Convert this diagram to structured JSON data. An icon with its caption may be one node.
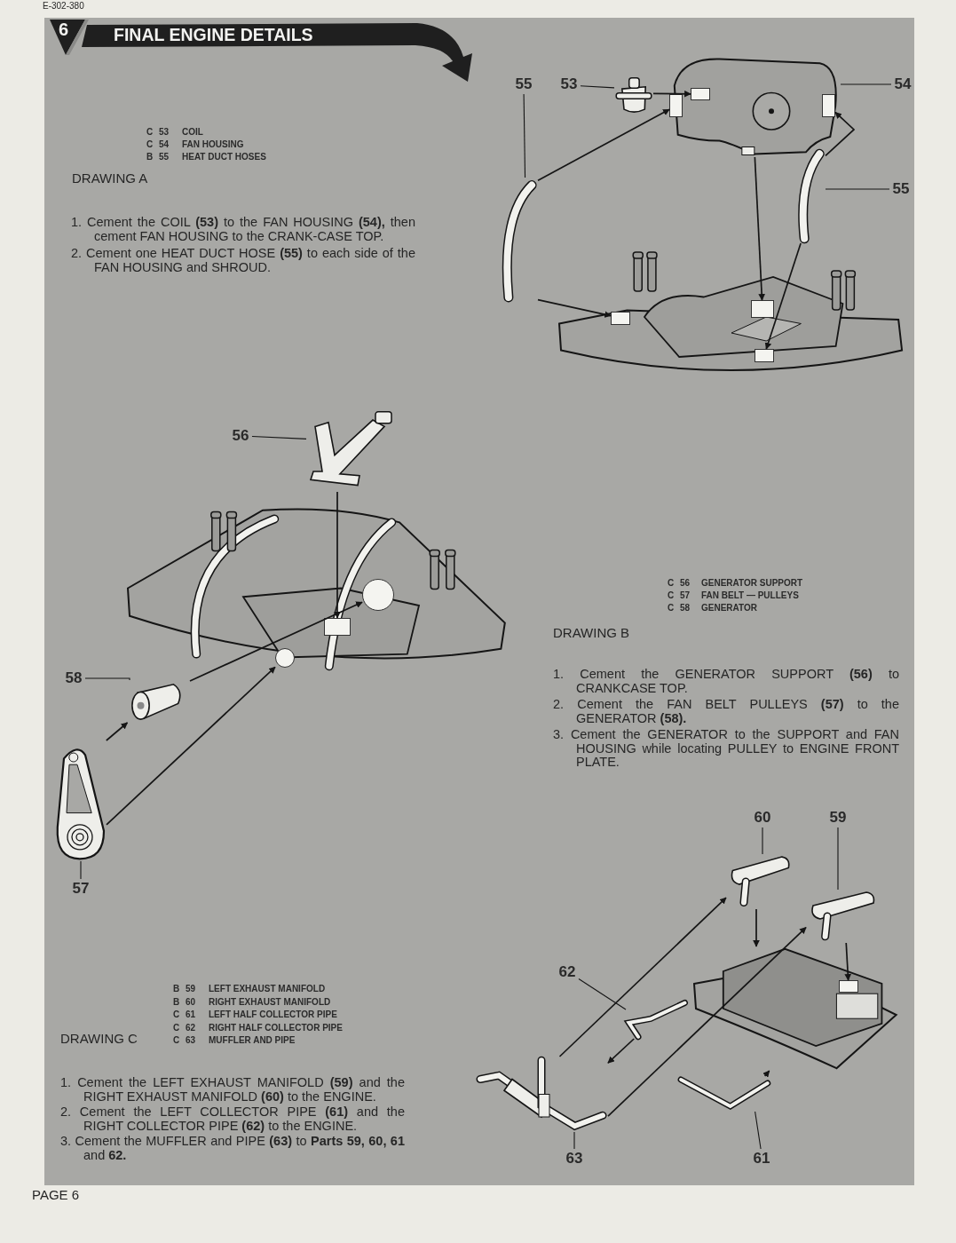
{
  "diagram": {
    "title": "FINAL ENGINE DETAILS",
    "nodes": [
      {
        "text": [
          "55"
        ]
      },
      {
        "text": [
          "53"
        ]
      },
      {
        "text": [
          "54"
        ]
      },
      {
        "text": [
          "55"
        ]
      },
      {
        "text": [],
        "shape": "picture"
      },
      {
        "text": [],
        "shape": "picture"
      },
      {
        "text": [],
        "shape": "box",
        "in": 5
      },
      {
        "text": [],
        "shape": "box",
        "in": 5
      },
      {
        "text": [],
        "shape": "box",
        "in": 5
      },
      {
        "text": [],
        "shape": "picture"
      },
      {
        "text": [],
        "shape": "picture"
      },
      {
        "text": [],
        "shape": "picture"
      },
      {
        "text": [],
        "shape": "box",
        "in": 11
      },
      {
        "text": [],
        "shape": "box",
        "in": 11
      },
      {
        "text": [],
        "shape": "box",
        "in": 11
      },
      {
        "text": [
          "56"
        ]
      },
      {
        "text": [],
        "shape": "picture"
      },
      {
        "text": [],
        "shape": "picture"
      },
      {
        "text": [],
        "shape": "box",
        "in": 17
      },
      {
        "text": [],
        "shape": "circle",
        "in": 17
      },
      {
        "text": [],
        "shape": "circle",
        "in": 17
      },
      {
        "text": [
          "58"
        ]
      },
      {
        "text": [],
        "shape": "picture"
      },
      {
        "text": [],
        "shape": "picture"
      },
      {
        "text": [
          "57"
        ]
      },
      {
        "text": [
          "60"
        ]
      },
      {
        "text": [
          "59"
        ]
      },
      {
        "text": [],
        "shape": "picture"
      },
      {
        "text": [],
        "shape": "picture"
      },
      {
        "text": [],
        "shape": "picture"
      },
      {
        "text": [],
        "shape": "box",
        "in": 29
      },
      {
        "text": [
          "62"
        ]
      },
      {
        "text": [],
        "shape": "picture"
      },
      {
        "text": [],
        "shape": "picture"
      },
      {
        "text": [],
        "shape": "picture"
      },
      {
        "text": [
          "63"
        ]
      },
      {
        "text": [
          "61"
        ]
      }
    ],
    "edges": [
      {
        "from": 0,
        "to": 9,
        "arrow": "none"
      },
      {
        "from": 1,
        "to": 4,
        "arrow": "none"
      },
      {
        "from": 2,
        "to": 5,
        "arrow": "none"
      },
      {
        "from": 3,
        "to": 10,
        "arrow": "none"
      },
      {
        "from": 4,
        "to": 6,
        "arrow": "to"
      },
      {
        "from": 9,
        "to": 7,
        "arrow": "to"
      },
      {
        "from": 9,
        "to": 12,
        "arrow": "to"
      },
      {
        "from": 10,
        "to": 8,
        "arrow": "to"
      },
      {
        "from": 10,
        "to": 14,
        "arrow": "to"
      },
      {
        "from": 5,
        "to": 13,
        "arrow": "to"
      },
      {
        "from": 15,
        "to": 16,
        "arrow": "none"
      },
      {
        "from": 16,
        "to": 18,
        "arrow": "to"
      },
      {
        "from": 21,
        "to": 22,
        "arrow": "none"
      },
      {
        "from": 22,
        "to": 19,
        "arrow": "to"
      },
      {
        "from": 23,
        "to": 22,
        "arrow": "to"
      },
      {
        "from": 23,
        "to": 20,
        "arrow": "to"
      },
      {
        "from": 24,
        "to": 23,
        "arrow": "none"
      },
      {
        "from": 25,
        "to": 27,
        "arrow": "none"
      },
      {
        "from": 26,
        "to": 28,
        "arrow": "none"
      },
      {
        "from": 27,
        "to": 29,
        "arrow": "to"
      },
      {
        "from": 28,
        "to": 30,
        "arrow": "to"
      },
      {
        "from": 33,
        "to": 27,
        "arrow": "to"
      },
      {
        "from": 33,
        "to": 28,
        "arrow": "to"
      },
      {
        "from": 32,
        "to": 33,
        "arrow": "to"
      },
      {
        "from": 34,
        "to": 29,
        "arrow": "to"
      },
      {
        "from": 31,
        "to": 32,
        "arrow": "none"
      },
      {
        "from": 35,
        "to": 33,
        "arrow": "none"
      },
      {
        "from": 36,
        "to": 34,
        "arrow": "none"
      }
    ],
    "labels": [
      "E-302-380",
      "6",
      "C",
      "53",
      "COIL",
      "C",
      "54",
      "FAN HOUSING",
      "B",
      "55",
      "HEAT DUCT HOSES",
      "DRAWING A",
      "1. Cement the COIL **(53)** to the FAN HOUSING **(54),** then cement FAN HOUSING to the CRANK-CASE TOP.",
      "2. Cement one HEAT DUCT HOSE **(55)** to each side of the FAN HOUSING and SHROUD.",
      "C",
      "56",
      "GENERATOR SUPPORT",
      "C",
      "57",
      "FAN BELT — PULLEYS",
      "C",
      "58",
      "GENERATOR",
      "DRAWING B",
      "1. Cement the GENERATOR SUPPORT **(56)** to CRANKCASE TOP.",
      "2. Cement the FAN BELT PULLEYS **(57)** to the GENERATOR **(58).**",
      "3. Cement the GENERATOR to the SUPPORT and FAN HOUSING while locating PULLEY to ENGINE FRONT PLATE.",
      "B",
      "59",
      "LEFT EXHAUST MANIFOLD",
      "B",
      "60",
      "RIGHT EXHAUST MANIFOLD",
      "C",
      "61",
      "LEFT HALF COLLECTOR PIPE",
      "C",
      "62",
      "RIGHT HALF COLLECTOR PIPE",
      "DRAWING C",
      "C",
      "63",
      "MUFFLER AND PIPE",
      "1. Cement the LEFT EXHAUST MANIFOLD **(59)** and the RIGHT EXHAUST MANIFOLD **(60)** to the ENGINE.",
      "2. Cement the LEFT COLLECTOR PIPE **(61)** and the RIGHT COLLECTOR PIPE **(62)** to the ENGINE.",
      "3. Cement the MUFFLER and PIPE **(63)** to **Parts 59, 60, 61** and **62.**",
      "PAGE 6"
    ]
  }
}
